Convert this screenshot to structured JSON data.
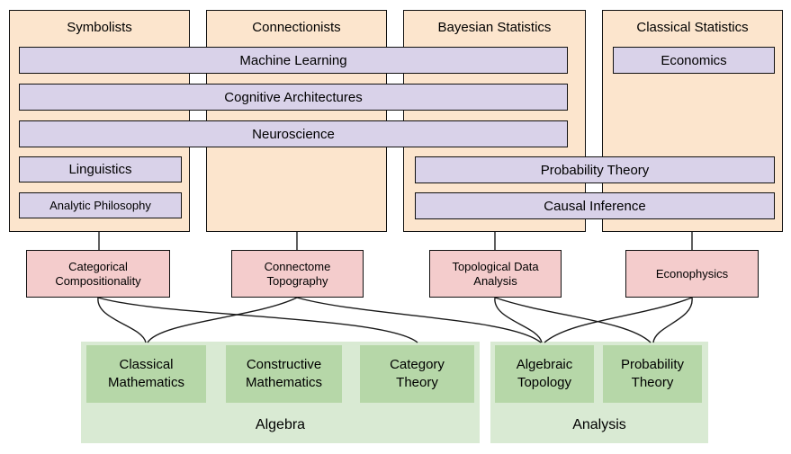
{
  "palette": {
    "group_fill": "#FCE5CD",
    "field_bar_fill": "#D9D2E9",
    "bridge_fill": "#F4CCCC",
    "section_fill": "#D9EAD3",
    "math_fill": "#B6D7A8",
    "stroke": "#111111"
  },
  "top_groups": [
    {
      "label": "Symbolists"
    },
    {
      "label": "Connectionists"
    },
    {
      "label": "Bayesian Statistics"
    },
    {
      "label": "Classical Statistics"
    }
  ],
  "field_bars": [
    {
      "label": "Machine Learning"
    },
    {
      "label": "Cognitive Architectures"
    },
    {
      "label": "Neuroscience"
    },
    {
      "label": "Linguistics"
    },
    {
      "label": "Analytic Philosophy"
    },
    {
      "label": "Probability Theory"
    },
    {
      "label": "Causal Inference"
    },
    {
      "label": "Economics"
    }
  ],
  "bridge_boxes": [
    {
      "label": "Categorical Compositionality"
    },
    {
      "label": "Connectome Topography"
    },
    {
      "label": "Topological Data Analysis"
    },
    {
      "label": "Econophysics"
    }
  ],
  "math_sections": [
    {
      "label": "Algebra",
      "items": [
        {
          "label": "Classical Mathematics"
        },
        {
          "label": "Constructive Mathematics"
        },
        {
          "label": "Category Theory"
        }
      ]
    },
    {
      "label": "Analysis",
      "items": [
        {
          "label": "Algebraic Topology"
        },
        {
          "label": "Probability Theory"
        }
      ]
    }
  ],
  "connections": {
    "stems": [
      {
        "from": "Symbolists",
        "to": "Categorical Compositionality"
      },
      {
        "from": "Connectionists",
        "to": "Connectome Topography"
      },
      {
        "from": "Bayesian Statistics",
        "to": "Topological Data Analysis"
      },
      {
        "from": "Classical Statistics",
        "to": "Econophysics"
      }
    ],
    "curves": [
      {
        "from": "Categorical Compositionality",
        "to": "Classical Mathematics"
      },
      {
        "from": "Categorical Compositionality",
        "to": "Category Theory"
      },
      {
        "from": "Connectome Topography",
        "to": "Classical Mathematics"
      },
      {
        "from": "Connectome Topography",
        "to": "Algebraic Topology"
      },
      {
        "from": "Topological Data Analysis",
        "to": "Algebraic Topology"
      },
      {
        "from": "Topological Data Analysis",
        "to": "Probability Theory"
      },
      {
        "from": "Econophysics",
        "to": "Probability Theory"
      },
      {
        "from": "Econophysics",
        "to": "Algebraic Topology"
      }
    ]
  }
}
